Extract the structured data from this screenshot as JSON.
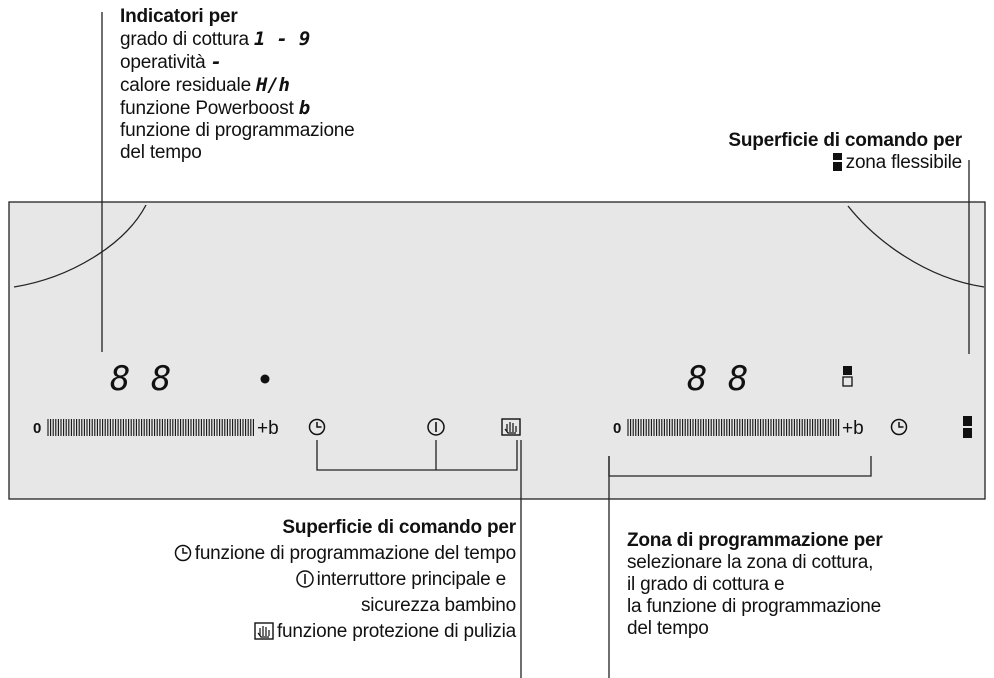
{
  "indicators": {
    "heading": "Indicatori per",
    "lines": [
      {
        "text": "grado di cottura ",
        "symbol": "1 - 9"
      },
      {
        "text": "operatività ",
        "symbol": "-"
      },
      {
        "text": "calore residuale ",
        "symbol": "H/h"
      },
      {
        "text": "funzione Powerboost ",
        "symbol": "b"
      },
      {
        "text": "funzione di programmazione",
        "symbol": ""
      },
      {
        "text": "del tempo",
        "symbol": ""
      }
    ]
  },
  "flex_control": {
    "heading": "Superficie di comando per",
    "item": "zona flessibile"
  },
  "panel": {
    "left_display": "8 8",
    "right_display": "8 8",
    "left_slider": {
      "start": "0",
      "end": "+b"
    },
    "right_slider": {
      "start": "0",
      "end": "+b"
    }
  },
  "control_surface": {
    "heading": "Superficie di comando per",
    "items": [
      {
        "icon": "clock-icon",
        "text": "funzione di programmazione del tempo"
      },
      {
        "icon": "power-icon",
        "text": "interruttore principale e"
      },
      {
        "icon": "",
        "text": "sicurezza bambino"
      },
      {
        "icon": "hand-wipe-icon",
        "text": "funzione protezione di pulizia"
      }
    ]
  },
  "programming_zone": {
    "heading": "Zona di programmazione per",
    "lines": [
      "selezionare la zona di cottura,",
      "il grado di cottura e",
      "la funzione di programmazione",
      "del tempo"
    ]
  }
}
